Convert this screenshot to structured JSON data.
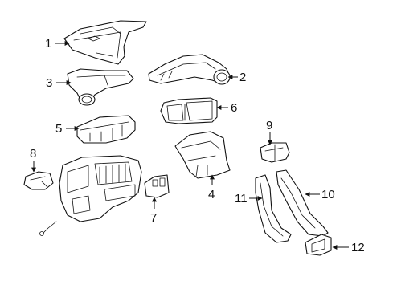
{
  "callouts": [
    {
      "id": "1",
      "label": "1"
    },
    {
      "id": "2",
      "label": "2"
    },
    {
      "id": "3",
      "label": "3"
    },
    {
      "id": "4",
      "label": "4"
    },
    {
      "id": "5",
      "label": "5"
    },
    {
      "id": "6",
      "label": "6"
    },
    {
      "id": "7",
      "label": "7"
    },
    {
      "id": "8",
      "label": "8"
    },
    {
      "id": "9",
      "label": "9"
    },
    {
      "id": "10",
      "label": "10"
    },
    {
      "id": "11",
      "label": "11"
    },
    {
      "id": "12",
      "label": "12"
    }
  ],
  "colors": {
    "line": "#111111",
    "background": "#ffffff"
  }
}
